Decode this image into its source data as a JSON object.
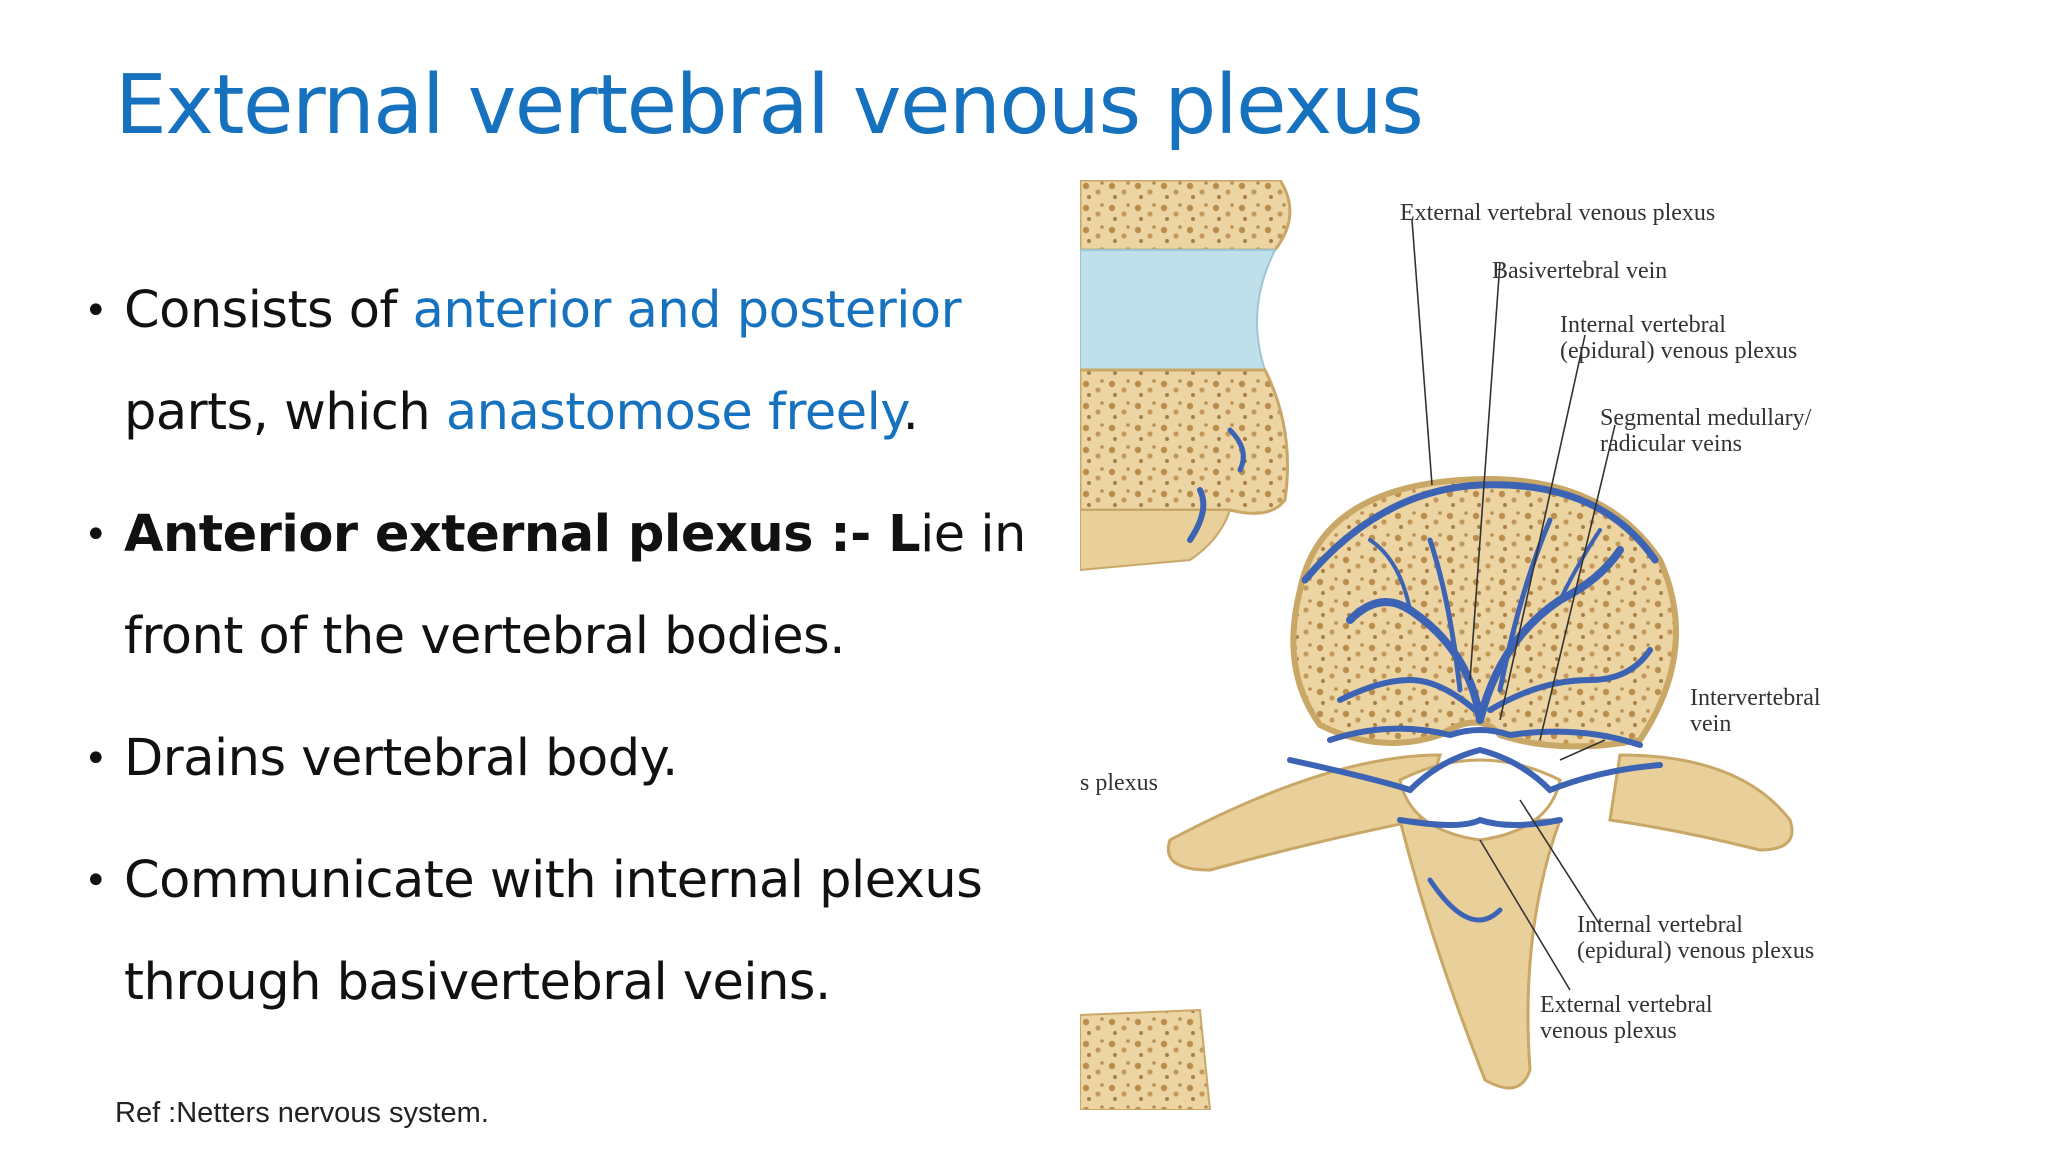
{
  "slide": {
    "title": "External vertebral venous plexus",
    "bullets": [
      {
        "pre": "Consists of ",
        "hl1": "anterior and posterior",
        "mid": " parts, which ",
        "hl2": "anastomose freely",
        "post": "."
      },
      {
        "bold": "Anterior external plexus :- L",
        "rest": "ie in front of the vertebral bodies."
      },
      {
        "text": "Drains vertebral body."
      },
      {
        "text": "Communicate with internal plexus through basivertebral veins."
      }
    ],
    "reference": "Ref :Netters nervous system."
  },
  "figure": {
    "labels": {
      "external_top": "External vertebral venous plexus",
      "basivertebral": "Basivertebral vein",
      "internal_top_1": "Internal vertebral",
      "internal_top_2": "(epidural) venous plexus",
      "segmental_1": "Segmental medullary/",
      "segmental_2": "radicular veins",
      "intervertebral_1": "Intervertebral",
      "intervertebral_2": "vein",
      "plexus_cut": "s plexus",
      "internal_bottom_1": "Internal vertebral",
      "internal_bottom_2": "(epidural) venous plexus",
      "external_bottom_1": "External vertebral",
      "external_bottom_2": "venous plexus"
    }
  },
  "colors": {
    "title": "#1672be",
    "text": "#111111",
    "bone": "#e9cf9a",
    "bone_dark": "#c9a767",
    "vein": "#3c63b4",
    "disc": "#bfe0ea"
  }
}
